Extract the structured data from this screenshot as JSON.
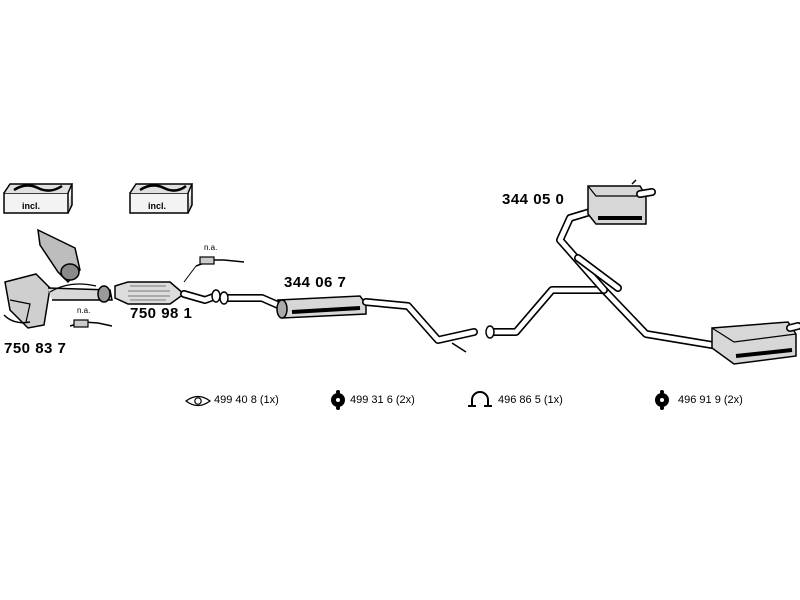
{
  "parts": {
    "p1": "750 83 7",
    "p2": "750 98 1",
    "p3": "344 06 7",
    "p4": "344 05 0"
  },
  "labels": {
    "not_applicable": "n.a.",
    "included": "incl."
  },
  "accessories": [
    {
      "number": "499 40 8",
      "qty": "(1x)",
      "icon": "flange-gasket-icon"
    },
    {
      "number": "499 31 6",
      "qty": "(2x)",
      "icon": "rubber-mount-icon"
    },
    {
      "number": "496 86 5",
      "qty": "(1x)",
      "icon": "pipe-clamp-icon"
    },
    {
      "number": "496 91 9",
      "qty": "(2x)",
      "icon": "rubber-hanger-icon"
    }
  ]
}
